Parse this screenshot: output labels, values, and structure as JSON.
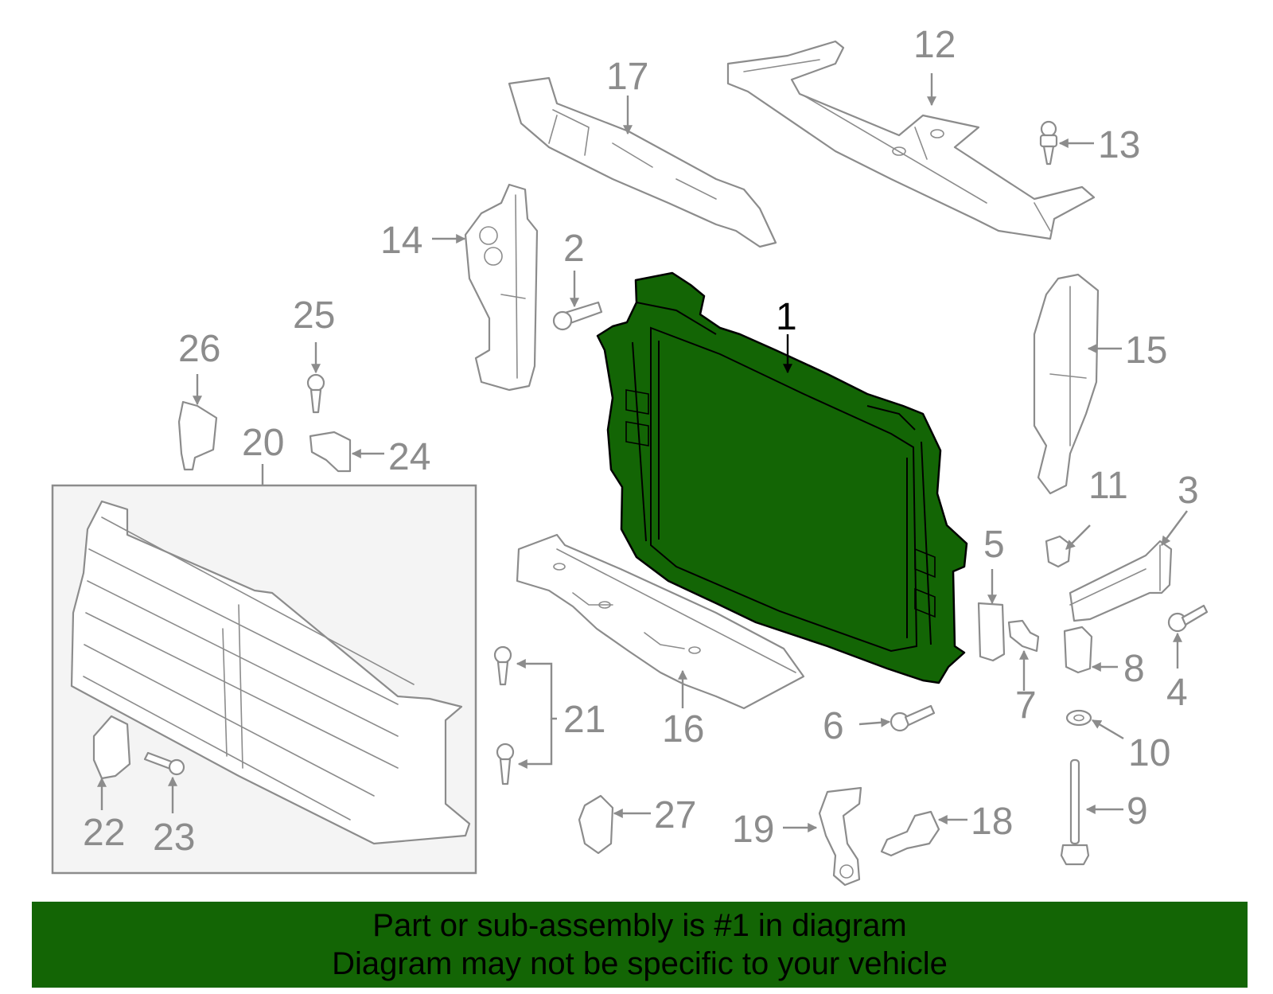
{
  "diagram": {
    "highlighted_part": "1",
    "highlight_color": "#136505",
    "line_color": "#8c8c8c",
    "callouts": [
      "1",
      "2",
      "3",
      "4",
      "5",
      "6",
      "7",
      "8",
      "9",
      "10",
      "11",
      "12",
      "13",
      "14",
      "15",
      "16",
      "17",
      "18",
      "19",
      "20",
      "21",
      "22",
      "23",
      "24",
      "25",
      "26",
      "27"
    ]
  },
  "footer": {
    "background_color": "#136505",
    "line1": "Part or sub-assembly is #1 in diagram",
    "line2": "Diagram may not be specific to your vehicle"
  }
}
